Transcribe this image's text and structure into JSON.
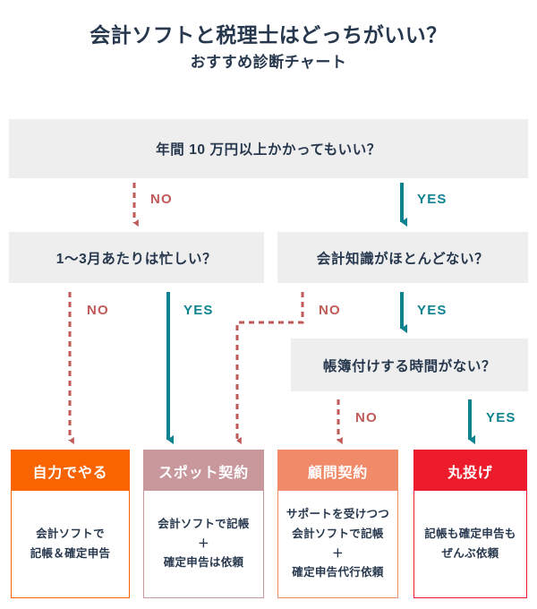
{
  "title": {
    "main": "会計ソフトと税理士はどっちがいい？",
    "sub": "おすすめ診断チャート"
  },
  "colors": {
    "text": "#27384e",
    "question_bg": "#eeeeee",
    "no_red": "#bf5a58",
    "yes_teal": "#0d8390",
    "card1": "#f96400",
    "card2": "#c9989c",
    "card3": "#f08a68",
    "card4": "#ed1c2c"
  },
  "questions": [
    {
      "id": "q1",
      "text": "年間 10 万円以上かかってもいい？"
    },
    {
      "id": "q2",
      "text": "1〜3月あたりは忙しい？"
    },
    {
      "id": "q3",
      "text": "会計知識がほとんどない？"
    },
    {
      "id": "q4",
      "text": "帳簿付けする時間がない？"
    }
  ],
  "branches": [
    {
      "id": "q1-no",
      "label": "NO",
      "type": "no",
      "from": "q1",
      "to": "q2"
    },
    {
      "id": "q1-yes",
      "label": "YES",
      "type": "yes",
      "from": "q1",
      "to": "q3"
    },
    {
      "id": "q2-no",
      "label": "NO",
      "type": "no",
      "from": "q2",
      "to": "card1"
    },
    {
      "id": "q2-yes",
      "label": "YES",
      "type": "yes",
      "from": "q2",
      "to": "card2"
    },
    {
      "id": "q3-no",
      "label": "NO",
      "type": "no",
      "from": "q3",
      "to": "card2"
    },
    {
      "id": "q3-yes",
      "label": "YES",
      "type": "yes",
      "from": "q3",
      "to": "q4"
    },
    {
      "id": "q4-no",
      "label": "NO",
      "type": "no",
      "from": "q4",
      "to": "card3"
    },
    {
      "id": "q4-yes",
      "label": "YES",
      "type": "yes",
      "from": "q4",
      "to": "card4"
    }
  ],
  "results": [
    {
      "id": "card1",
      "title": "自力でやる",
      "lines": [
        "会計ソフトで",
        "記帳＆確定申告"
      ],
      "color": "#f96400"
    },
    {
      "id": "card2",
      "title": "スポット契約",
      "lines": [
        "会計ソフトで記帳",
        "＋",
        "確定申告は依頼"
      ],
      "color": "#c9989c"
    },
    {
      "id": "card3",
      "title": "顧問契約",
      "lines": [
        "サポートを受けつつ",
        "会計ソフトで記帳",
        "＋",
        "確定申告代行依頼"
      ],
      "color": "#f08a68"
    },
    {
      "id": "card4",
      "title": "丸投げ",
      "lines": [
        "記帳も確定申告も",
        "ぜんぶ依頼"
      ],
      "color": "#ed1c2c"
    }
  ]
}
